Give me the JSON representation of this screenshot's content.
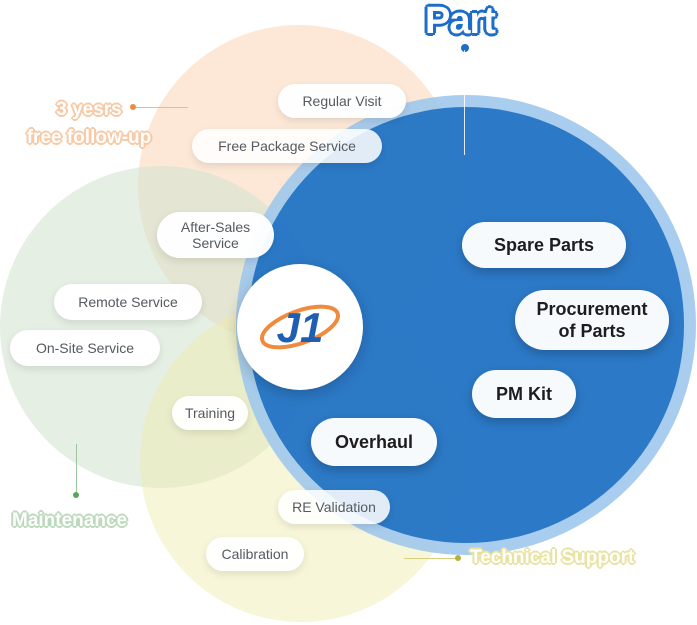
{
  "title": "Part",
  "logo": {
    "text": "J1"
  },
  "categories": {
    "follow_up": "3 yesrs\nfree follow-up",
    "maintenance": "Maintenance",
    "technical_support": "Technical Support"
  },
  "services": {
    "regular_visit": "Regular Visit",
    "free_package": "Free Package Service",
    "after_sales": "After-Sales\nService",
    "remote_service": "Remote Service",
    "on_site": "On-Site Service",
    "training": "Training",
    "re_validation": "RE Validation",
    "calibration": "Calibration"
  },
  "part_items": {
    "spare_parts": "Spare Parts",
    "procurement": "Procurement\nof Parts",
    "pm_kit": "PM Kit",
    "overhaul": "Overhaul"
  },
  "colors": {
    "blue": "#1e70c2",
    "blue_ring": "#a0c8ec",
    "orange": "#fcd6b6",
    "green": "#d0e2ce",
    "yellow": "#f0ecaa",
    "accent_orange": "#f08a3c",
    "accent_green": "#5aa55a",
    "accent_yellow": "#b7b03a"
  }
}
